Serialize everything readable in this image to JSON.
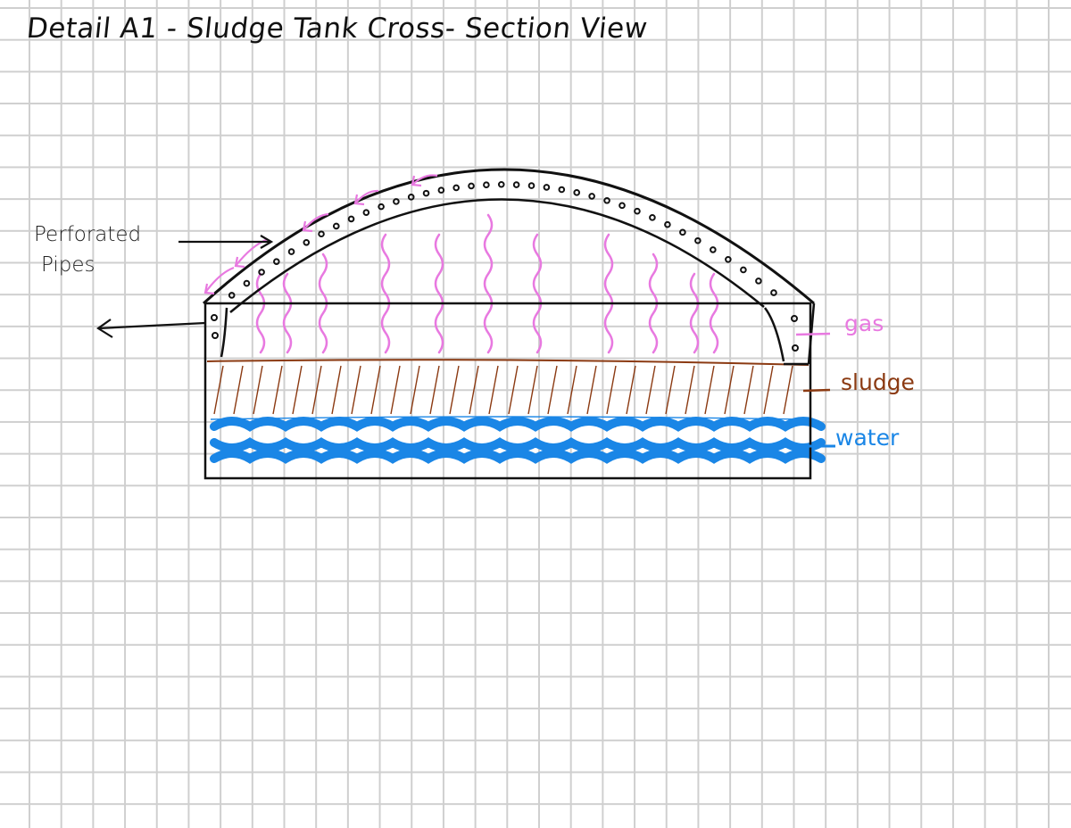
{
  "title": "Detail A1 - Sludge Tank Cross- Section View",
  "labels": {
    "perforated_pipes_line1": "Perforated",
    "perforated_pipes_line2": "Pipes",
    "gas": "gas",
    "sludge": "sludge",
    "water": "water"
  },
  "colors": {
    "outline": "#111111",
    "gas": "#e879e0",
    "sludge": "#8b3a12",
    "water": "#1a86e6",
    "grid": "#cfcfcf"
  }
}
